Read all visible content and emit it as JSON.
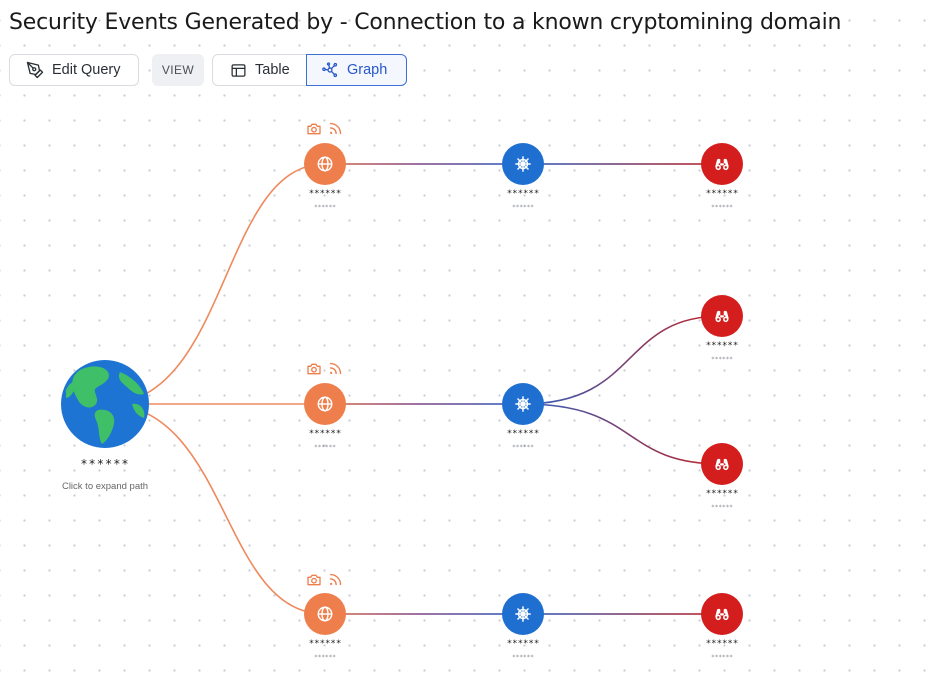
{
  "page": {
    "title": "Security Events Generated by - Connection to a known cryptomining domain"
  },
  "toolbar": {
    "edit_query_label": "Edit Query",
    "view_label": "VIEW",
    "table_label": "Table",
    "graph_label": "Graph",
    "active_view": "Graph"
  },
  "colors": {
    "ip_node": "#ee7f4d",
    "k8s_node": "#1f6fd1",
    "alert_node": "#d41e1e",
    "active_accent": "#2757c8"
  },
  "graph": {
    "root": {
      "icon": "globe-icon",
      "label": "******",
      "sublabel": "Click to expand path"
    },
    "ip_nodes": [
      {
        "icon": "globe-outline-icon",
        "label": "******",
        "sublabel": "******",
        "badges": [
          "camera-icon",
          "rss-icon"
        ]
      },
      {
        "icon": "globe-outline-icon",
        "label": "******",
        "sublabel": "******",
        "badges": [
          "camera-icon",
          "rss-icon"
        ]
      },
      {
        "icon": "globe-outline-icon",
        "label": "******",
        "sublabel": "******",
        "badges": [
          "camera-icon",
          "rss-icon"
        ]
      }
    ],
    "k8s_nodes": [
      {
        "icon": "helm-wheel-icon",
        "label": "******",
        "sublabel": "******"
      },
      {
        "icon": "helm-wheel-icon",
        "label": "******",
        "sublabel": "******"
      },
      {
        "icon": "helm-wheel-icon",
        "label": "******",
        "sublabel": "******"
      }
    ],
    "alert_nodes": [
      {
        "icon": "binoculars-icon",
        "label": "******",
        "sublabel": "******"
      },
      {
        "icon": "binoculars-icon",
        "label": "******",
        "sublabel": "******"
      },
      {
        "icon": "binoculars-icon",
        "label": "******",
        "sublabel": "******"
      },
      {
        "icon": "binoculars-icon",
        "label": "******",
        "sublabel": "******"
      }
    ]
  }
}
